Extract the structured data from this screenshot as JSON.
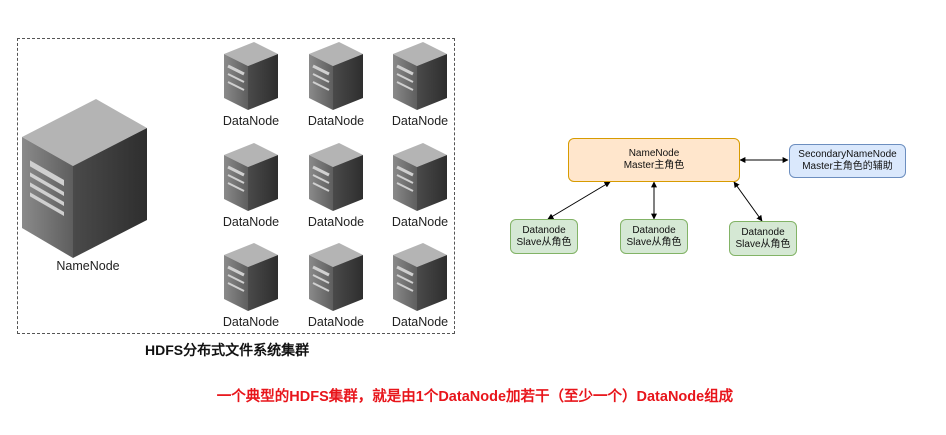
{
  "left_diagram": {
    "namenode_label": "NameNode",
    "datanode_labels": [
      "DataNode",
      "DataNode",
      "DataNode",
      "DataNode",
      "DataNode",
      "DataNode",
      "DataNode",
      "DataNode",
      "DataNode"
    ],
    "caption": "HDFS分布式文件系统集群"
  },
  "right_diagram": {
    "namenode": {
      "line1": "NameNode",
      "line2": "Master主角色"
    },
    "secondary": {
      "line1": "SecondaryNameNode",
      "line2": "Master主角色的辅助"
    },
    "datanodes": [
      {
        "line1": "Datanode",
        "line2": "Slave从角色"
      },
      {
        "line1": "Datanode",
        "line2": "Slave从角色"
      },
      {
        "line1": "Datanode",
        "line2": "Slave从角色"
      }
    ]
  },
  "note": "一个典型的HDFS集群，就是由1个DataNode加若干（至少一个）DataNode组成",
  "colors": {
    "note": "#e8151b",
    "namenode_fill": "#ffe6cc",
    "secondary_fill": "#dae8fc",
    "datanode_fill": "#d5e8d4"
  }
}
